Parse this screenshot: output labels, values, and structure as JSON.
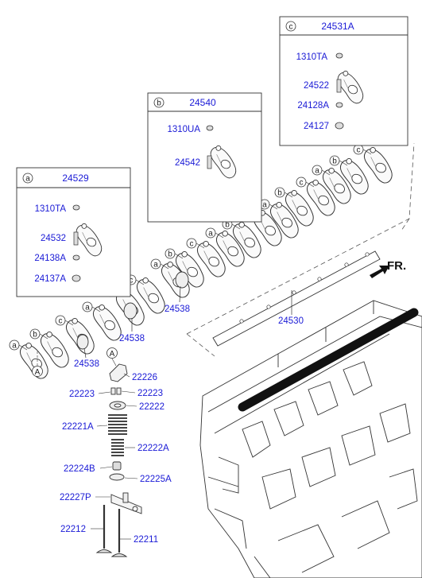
{
  "palette": {
    "part_number": "#1a1ad6",
    "line": "#333333",
    "shaft": "#111111"
  },
  "detail_boxes": [
    {
      "ref": "c",
      "number": "24531A",
      "parts": [
        "1310TA",
        "24522",
        "24128A",
        "24127"
      ]
    },
    {
      "ref": "b",
      "number": "24540",
      "parts": [
        "1310UA",
        "24542"
      ]
    },
    {
      "ref": "a",
      "number": "24529",
      "parts": [
        "1310TA",
        "24532",
        "24138A",
        "24137A"
      ]
    }
  ],
  "rocker_arm_refs": [
    "c",
    "b",
    "a",
    "c",
    "b",
    "a",
    "c",
    "b",
    "a",
    "c",
    "b",
    "a",
    "c",
    "b",
    "a",
    "c",
    "b",
    "a"
  ],
  "main_labels": {
    "shaft": "24530",
    "spacer": "24538",
    "direction": "FR."
  },
  "detail_a_ref": "A",
  "valve_parts": {
    "bridge": "22226",
    "key_left": "22223",
    "key_right": "22223",
    "retainer": "22222",
    "spring_outer": "22221A",
    "spring_inner": "22222A",
    "seal": "22224B",
    "seat": "22225A",
    "guide": "22227P",
    "valve_left": "22212",
    "valve_right": "22211"
  }
}
